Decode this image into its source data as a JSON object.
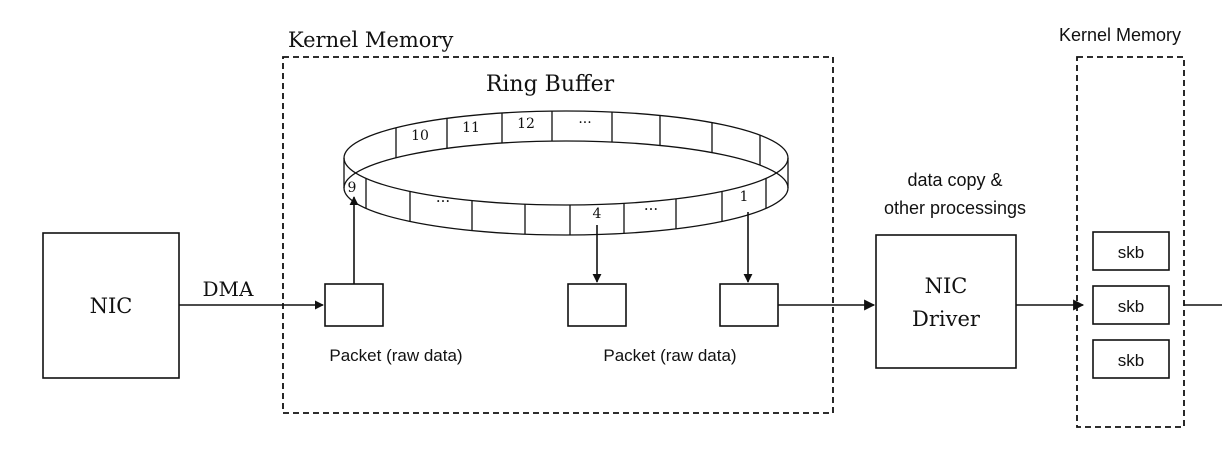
{
  "diagram": {
    "kernel_memory_left": {
      "label": "Kernel Memory"
    },
    "ring_buffer": {
      "title": "Ring Buffer",
      "back_slots": [
        "10",
        "11",
        "12",
        "···"
      ],
      "front_slots": [
        "9",
        "···",
        "4",
        "···",
        "1"
      ]
    },
    "nic": {
      "label": "NIC"
    },
    "dma": {
      "label": "DMA"
    },
    "packets": {
      "left_label": "Packet (raw data)",
      "right_label": "Packet (raw data)"
    },
    "processing_note": {
      "line1": "data copy &",
      "line2": "other processings"
    },
    "nic_driver": {
      "line1": "NIC",
      "line2": "Driver"
    },
    "kernel_memory_right": {
      "label": "Kernel Memory",
      "skbs": [
        "skb",
        "skb",
        "skb"
      ]
    },
    "colors": {
      "stroke": "#111111",
      "background": "#ffffff"
    }
  }
}
